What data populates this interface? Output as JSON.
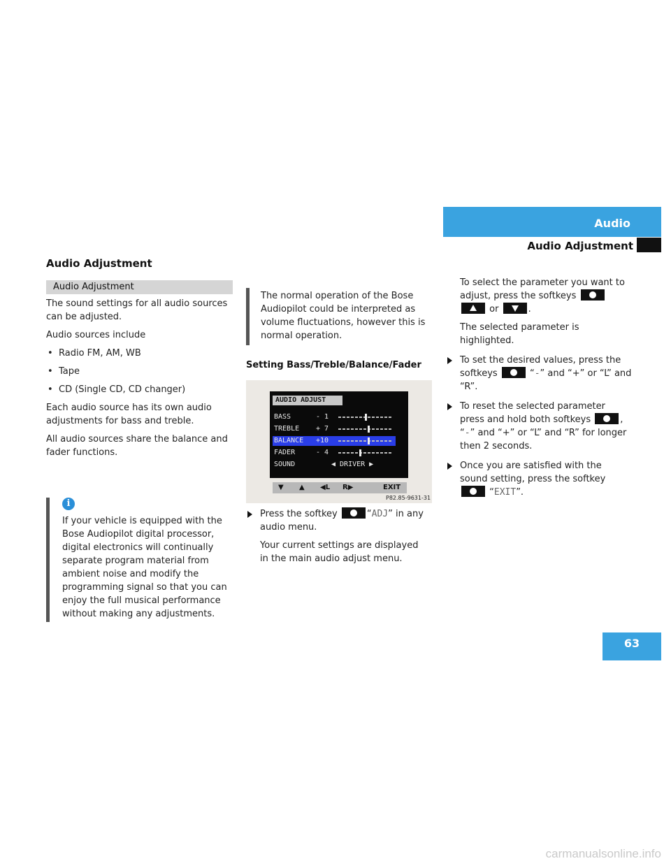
{
  "header": {
    "section": "Audio",
    "subsection": "Audio Adjustment"
  },
  "title": "Audio Adjustment",
  "col1": {
    "heading_bar": "Audio Adjustment",
    "p1": "The sound settings for all audio sources can be adjusted.",
    "p2": "Audio sources include",
    "bullets": [
      "Radio FM, AM, WB",
      "Tape",
      "CD (Single CD, CD changer)"
    ],
    "p3": "Each audio source has its own audio adjustments for bass and treble.",
    "p4": "All audio sources share the balance and fader functions.",
    "info": "If your vehicle is equipped with the Bose Audiopilot digital processor, digital electronics will continually separate program material from ambient noise and modify the programming signal so that you can enjoy the full musical performance without making any adjustments."
  },
  "col2": {
    "note": "The normal operation of the Bose Audiopilot could be interpreted as volume fluctuations, however this is normal operation.",
    "subheading": "Setting Bass/Treble/Balance/Fader",
    "step1_a": "Press the softkey",
    "step1_code": "ADJ",
    "step1_b": "in any audio menu.",
    "step1_result": "Your current settings are displayed in the main audio adjust menu."
  },
  "screen": {
    "title": "AUDIO ADJUST",
    "rows": [
      {
        "label": "BASS",
        "value": "- 1"
      },
      {
        "label": "TREBLE",
        "value": "+ 7"
      },
      {
        "label": "BALANCE",
        "value": "+10"
      },
      {
        "label": "FADER",
        "value": "- 4"
      }
    ],
    "sound_label": "SOUND",
    "sound_value": "◀ DRIVER ▶",
    "softkeys": [
      "▼",
      "▲",
      "◀L",
      "R▶",
      "EXIT"
    ],
    "code": "P82.85-9631-31"
  },
  "col3": {
    "intro": "To select the parameter you want to adjust, press the softkeys",
    "intro_or": "or",
    "selected": "The selected parameter is highlighted.",
    "step2_a": "To set the desired values, press the softkeys",
    "step2_b": "” and “+” or “L” and “R”.",
    "step3_a": "To reset the selected parameter press and hold both softkeys",
    "step3_b": "” and “+” or “L” and “R” for longer then 2 seconds.",
    "step4_a": "Once you are satisfied with the sound setting, press the softkey",
    "step4_code": "EXIT"
  },
  "page_number": "63",
  "watermark": "carmanualsonline.info"
}
